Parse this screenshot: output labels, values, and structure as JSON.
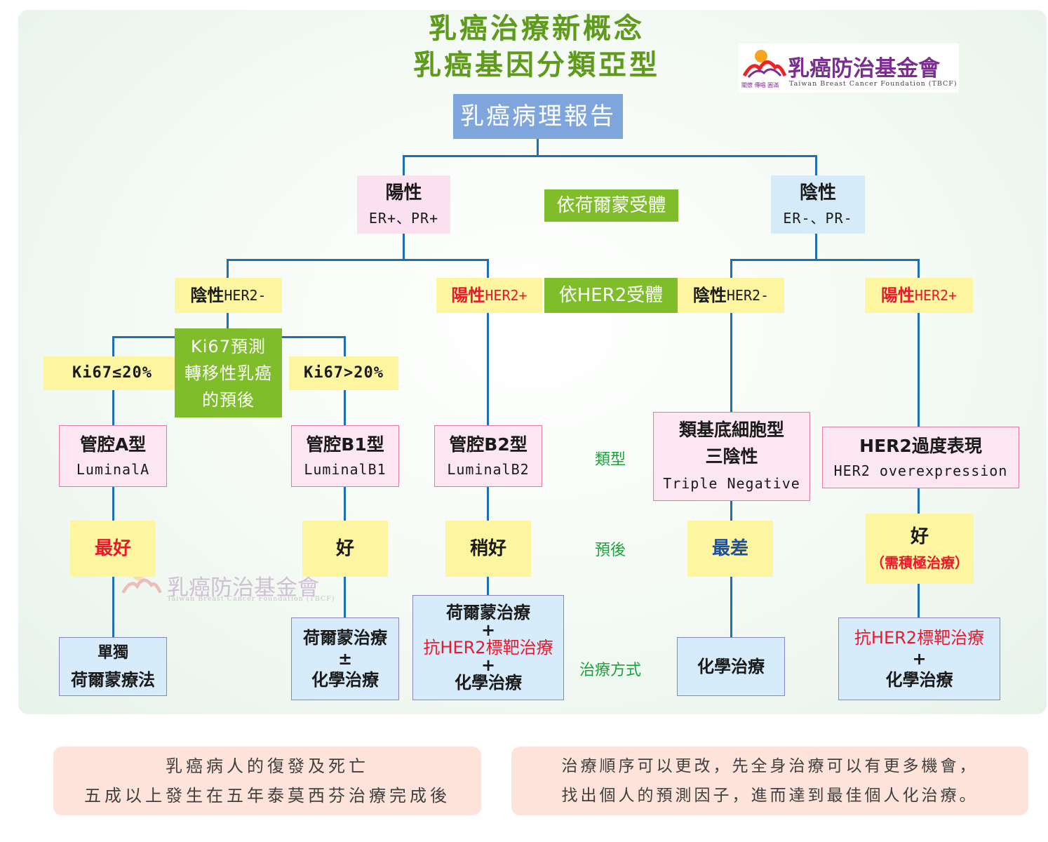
{
  "title": {
    "line1": "乳癌治療新概念",
    "line2": "乳癌基因分類亞型"
  },
  "logo": {
    "name": "乳癌防治基金會",
    "english": "Taiwan Breast Cancer Foundation (TBCF)",
    "slogan": "關懷 傳唱 圓滿",
    "icon": "mountain-logo-icon",
    "colors": [
      "#e8262a",
      "#f5a51f",
      "#7a2f8e"
    ]
  },
  "root": {
    "label": "乳癌病理報告"
  },
  "hormone": {
    "criterion": "依荷爾蒙受體",
    "positive": {
      "label": "陽性",
      "sub": "ER+、PR+"
    },
    "negative": {
      "label": "陰性",
      "sub": "ER-、PR-"
    }
  },
  "her2": {
    "criterion": "依HER2受體",
    "left_neg": {
      "prefix": "陰性",
      "suffix": "HER2-"
    },
    "left_pos": {
      "prefix": "陽性",
      "suffix": "HER2+"
    },
    "right_neg": {
      "prefix": "陰性",
      "suffix": "HER2-"
    },
    "right_pos": {
      "prefix": "陽性",
      "suffix": "HER2+"
    }
  },
  "ki67": {
    "note": [
      "Ki67預測",
      "轉移性乳癌",
      "的預後"
    ],
    "low": "Ki67≤20%",
    "high": "Ki67>20%"
  },
  "side_labels": {
    "type": "類型",
    "prognosis": "預後",
    "treatment": "治療方式"
  },
  "subtypes": [
    {
      "zh": "管腔A型",
      "en": "LuminalA"
    },
    {
      "zh": "管腔B1型",
      "en": "LuminalB1"
    },
    {
      "zh": "管腔B2型",
      "en": "LuminalB2"
    },
    {
      "zh1": "類基底細胞型",
      "zh2": "三陰性",
      "en": "Triple Negative"
    },
    {
      "zh": "HER2過度表現",
      "en": "HER2 overexpression"
    }
  ],
  "prognosis": [
    {
      "label": "最好"
    },
    {
      "label": "好"
    },
    {
      "label": "稍好"
    },
    {
      "label": "最差"
    },
    {
      "label": "好",
      "sub": "（需積極治療）"
    }
  ],
  "treatment": [
    {
      "lines": [
        "單獨",
        "荷爾蒙療法"
      ]
    },
    {
      "lines": [
        "荷爾蒙治療",
        "±",
        "化學治療"
      ]
    },
    {
      "lines": [
        "荷爾蒙治療",
        "+",
        "抗HER2標靶治療",
        "+",
        "化學治療"
      ]
    },
    {
      "lines": [
        "化學治療"
      ]
    },
    {
      "lines": [
        "抗HER2標靶治療",
        "+",
        "化學治療"
      ]
    }
  ],
  "notes": {
    "left": [
      "乳癌病人的復發及死亡",
      "五成以上發生在五年泰莫西芬治療完成後"
    ],
    "right": [
      "治療順序可以更改，先全身治療可以有更多機會，",
      "找出個人的預測因子，進而達到最佳個人化治療。"
    ]
  },
  "colors": {
    "title_green": "#5e9a1b",
    "line_blue": "#1f6fb5",
    "accent_red": "#e8192c",
    "label_green": "#1aa33a"
  }
}
